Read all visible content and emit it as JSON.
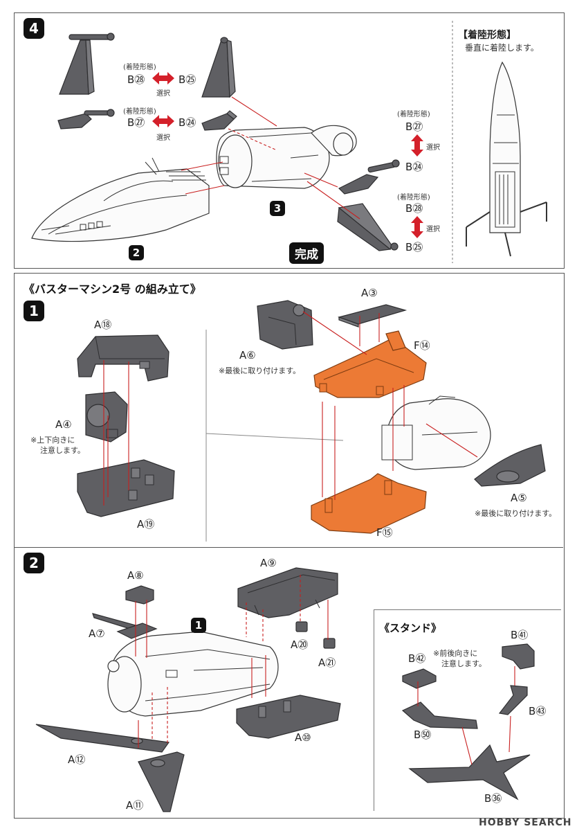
{
  "step4": {
    "badge": "4",
    "landing_note": "(着陸形態)",
    "select": "選択",
    "pairs": [
      {
        "left": "B㉘",
        "right": "B㉕"
      },
      {
        "left": "B㉗",
        "right": "B㉔"
      }
    ],
    "right_pairs": [
      {
        "top": "B㉗",
        "bottom": "B㉔"
      },
      {
        "top": "B㉘",
        "bottom": "B㉕"
      }
    ],
    "assembly_badges": [
      "2",
      "3"
    ],
    "done_label": "完成",
    "landing_panel": {
      "title": "【着陸形態】",
      "caption": "垂直に着陸します。"
    }
  },
  "section": {
    "title": "《バスターマシン2号 の組み立て》"
  },
  "step1": {
    "badge": "1",
    "parts_left": [
      "A⑱",
      "A④",
      "A⑲"
    ],
    "a4_note": [
      "※上下向きに",
      "注意します。"
    ],
    "a6": {
      "label": "A⑥",
      "note": "※最後に取り付けます。"
    },
    "a3": "A③",
    "f14": "F⑭",
    "a5": {
      "label": "A⑤",
      "note": "※最後に取り付けます。"
    },
    "f15": "F⑮"
  },
  "step2": {
    "badge": "2",
    "assembly_badge": "1",
    "parts": [
      "A⑧",
      "A⑦",
      "A⑨",
      "A⑳",
      "A㉑",
      "A⑩",
      "A⑫",
      "A⑪"
    ]
  },
  "stand": {
    "title": "《スタンド》",
    "b42": "B㊷",
    "b42_note": [
      "※前後向きに",
      "注意します。"
    ],
    "b41": "B㊶",
    "b43": "B㊸",
    "b51": "B㊿",
    "b36": "B㊱"
  },
  "watermark": "HOBBY SEARCH"
}
